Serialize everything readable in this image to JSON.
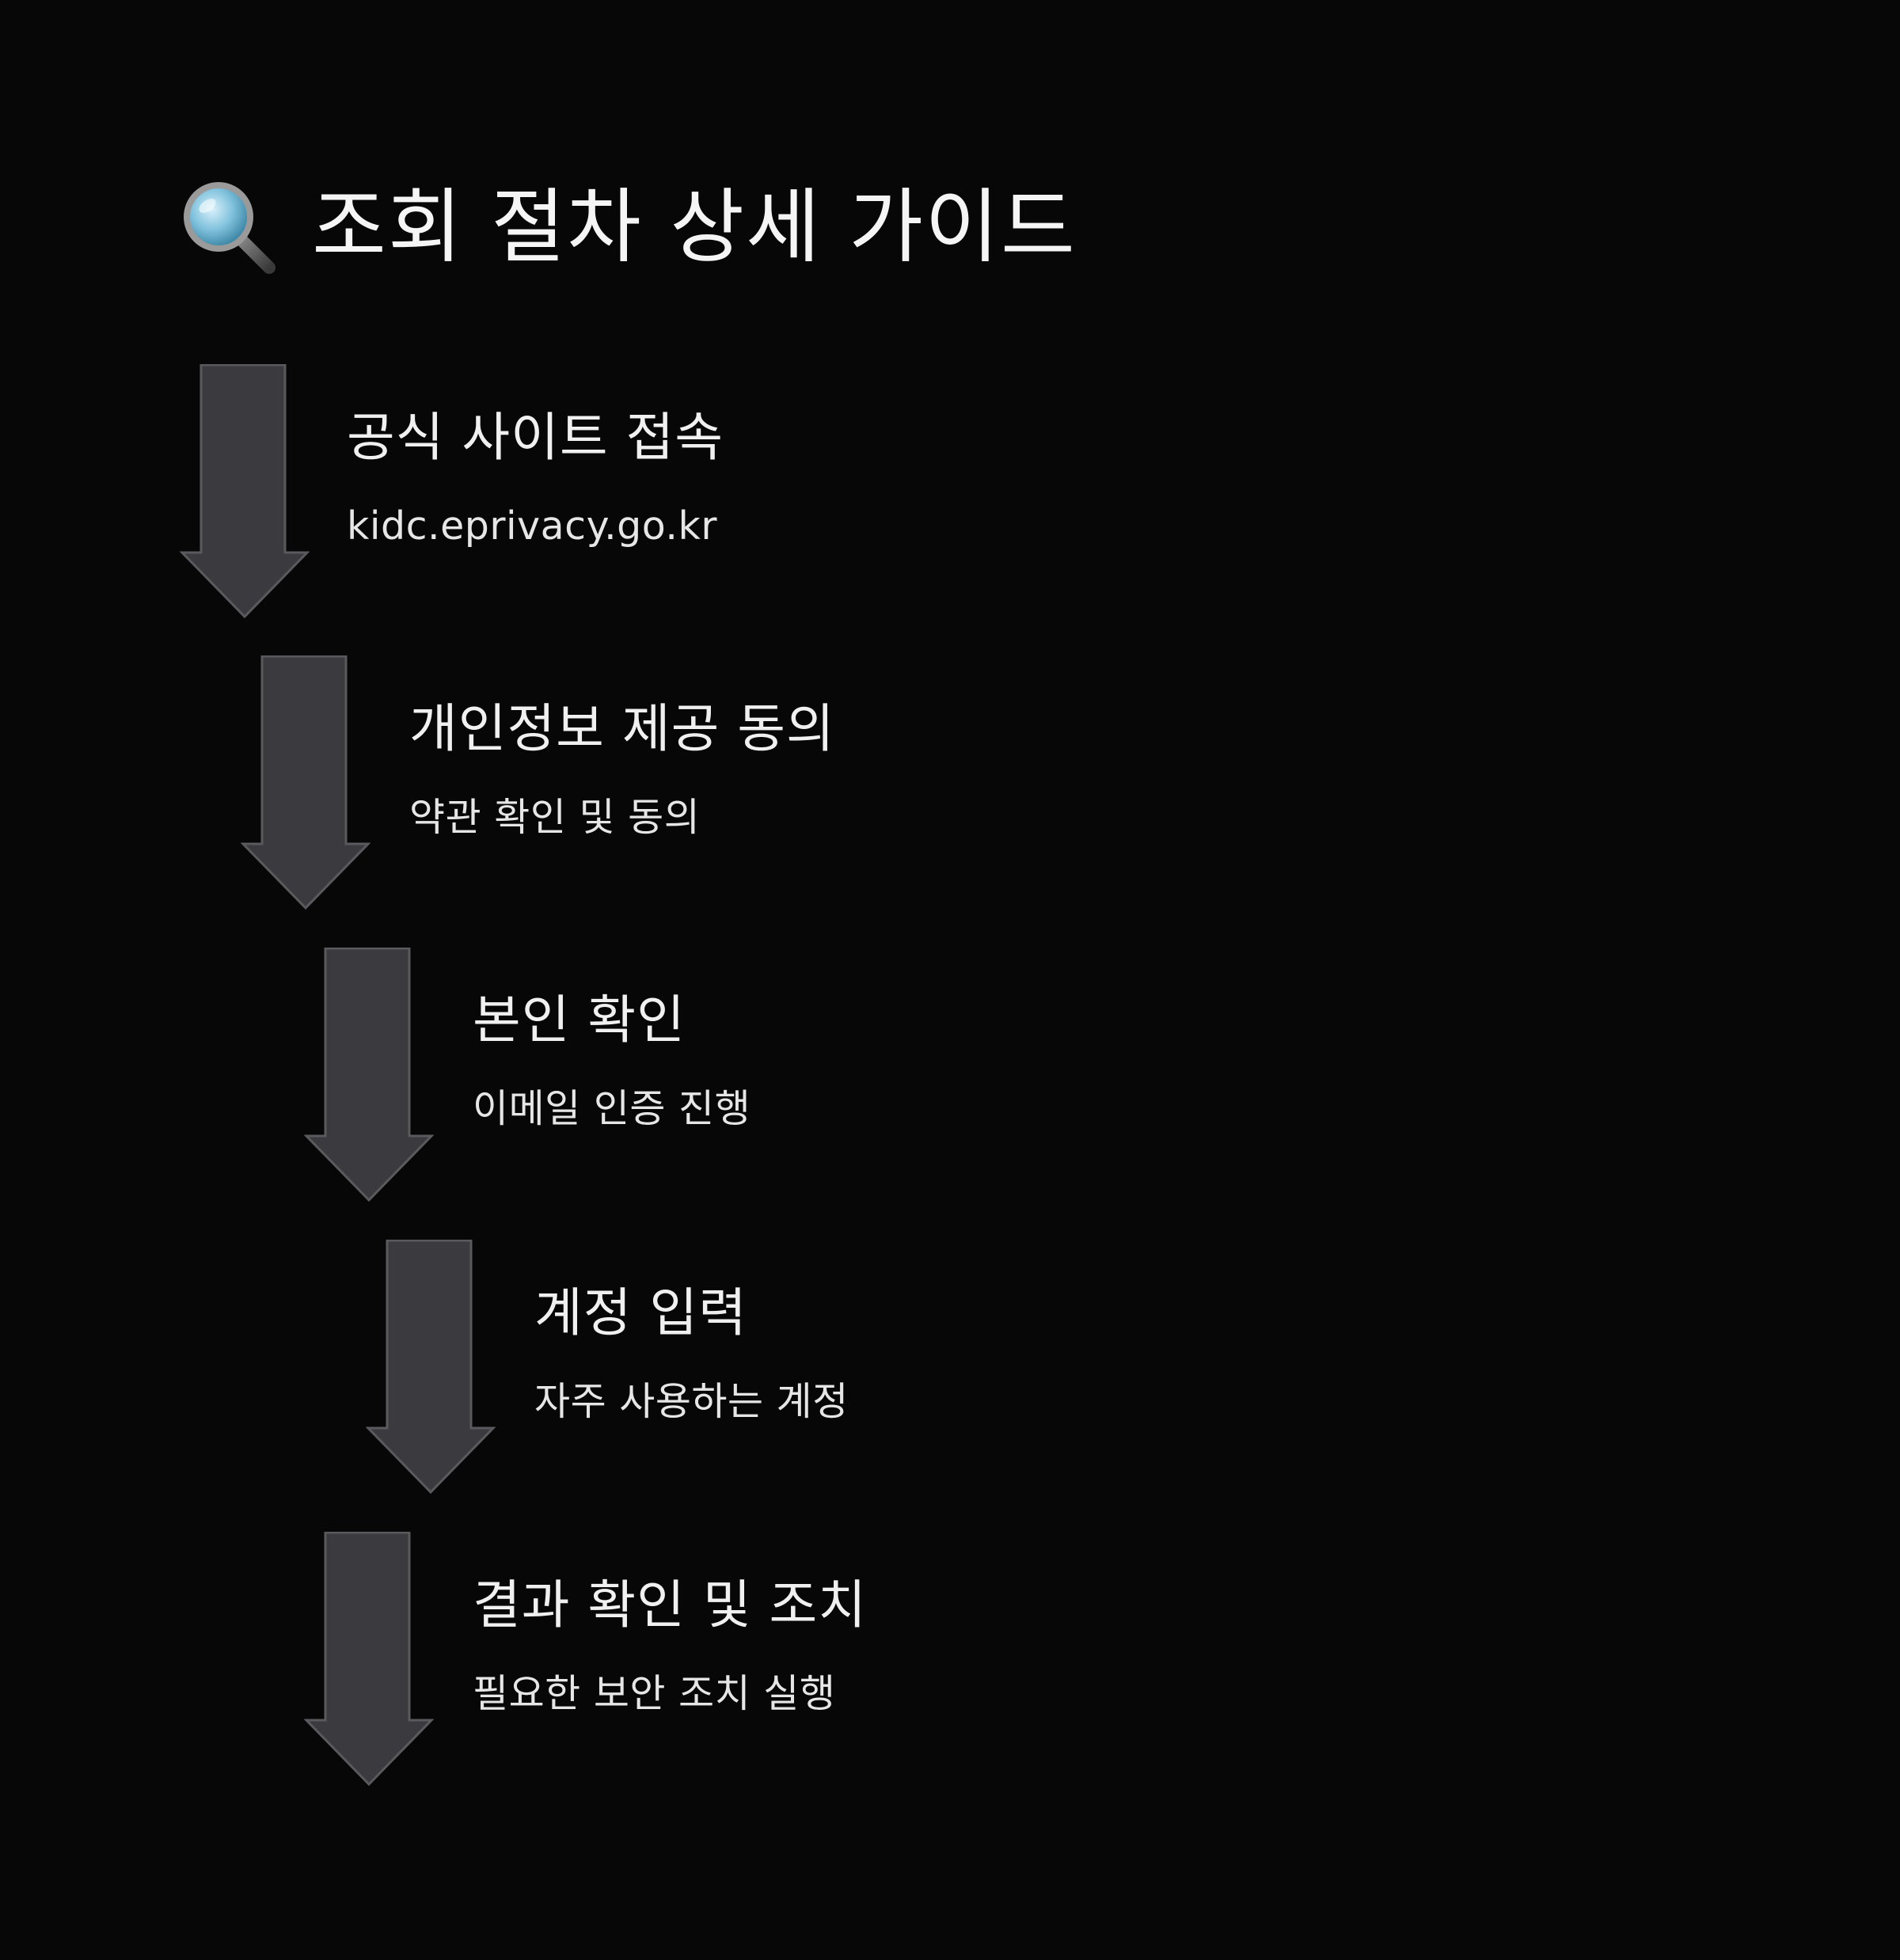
{
  "title": {
    "icon": "magnifying-glass-icon",
    "text": "조회 절차 상세 가이드"
  },
  "colors": {
    "background": "#070707",
    "arrow_fill": "#3b3b3f",
    "arrow_stroke": "#5a5a5e",
    "text": "#f0f0f0"
  },
  "steps": [
    {
      "title": "공식 사이트 접속",
      "description": "kidc.eprivacy.go.kr"
    },
    {
      "title": "개인정보 제공 동의",
      "description": "약관 확인 및 동의"
    },
    {
      "title": "본인 확인",
      "description": "이메일 인증 진행"
    },
    {
      "title": "계정 입력",
      "description": "자주 사용하는 계정"
    },
    {
      "title": "결과 확인 및 조치",
      "description": "필요한 보안 조치 실행"
    }
  ]
}
